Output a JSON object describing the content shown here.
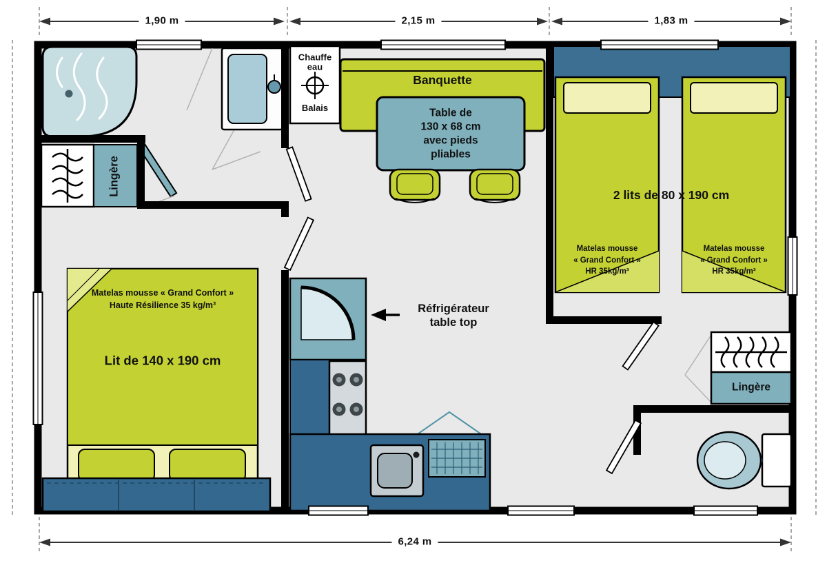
{
  "dims": {
    "left": "1,90 m",
    "middle": "2,15 m",
    "right": "1,83 m",
    "total": "6,24 m"
  },
  "labels": {
    "chauffe_eau": "Chauffe\neau",
    "balais": "Balais",
    "banquette": "Banquette",
    "table": "Table de\n130 x 68 cm\navec pieds\npliables",
    "deux_lits": "2 lits de 80 x 190 cm",
    "matelas_droit_1": "Matelas mousse\n« Grand Confort »\nHR 35kg/m³",
    "matelas_droit_2": "Matelas mousse\n« Grand Confort »\nHR 35kg/m³",
    "lingere_gauche": "Lingère",
    "lingere_droite": "Lingère",
    "matelas_gauche": "Matelas mousse « Grand Confort »\nHaute Résilience 35 kg/m³",
    "grand_lit": "Lit de 140 x 190 cm",
    "refrigerateur": "Réfrigérateur\ntable top"
  },
  "colors": {
    "green": "#c3d232",
    "pale_yellow": "#f2f2b8",
    "teal": "#7fb0bc",
    "dark_blue": "#35688e",
    "floor": "#e9e9e9",
    "wall": "#000000"
  }
}
